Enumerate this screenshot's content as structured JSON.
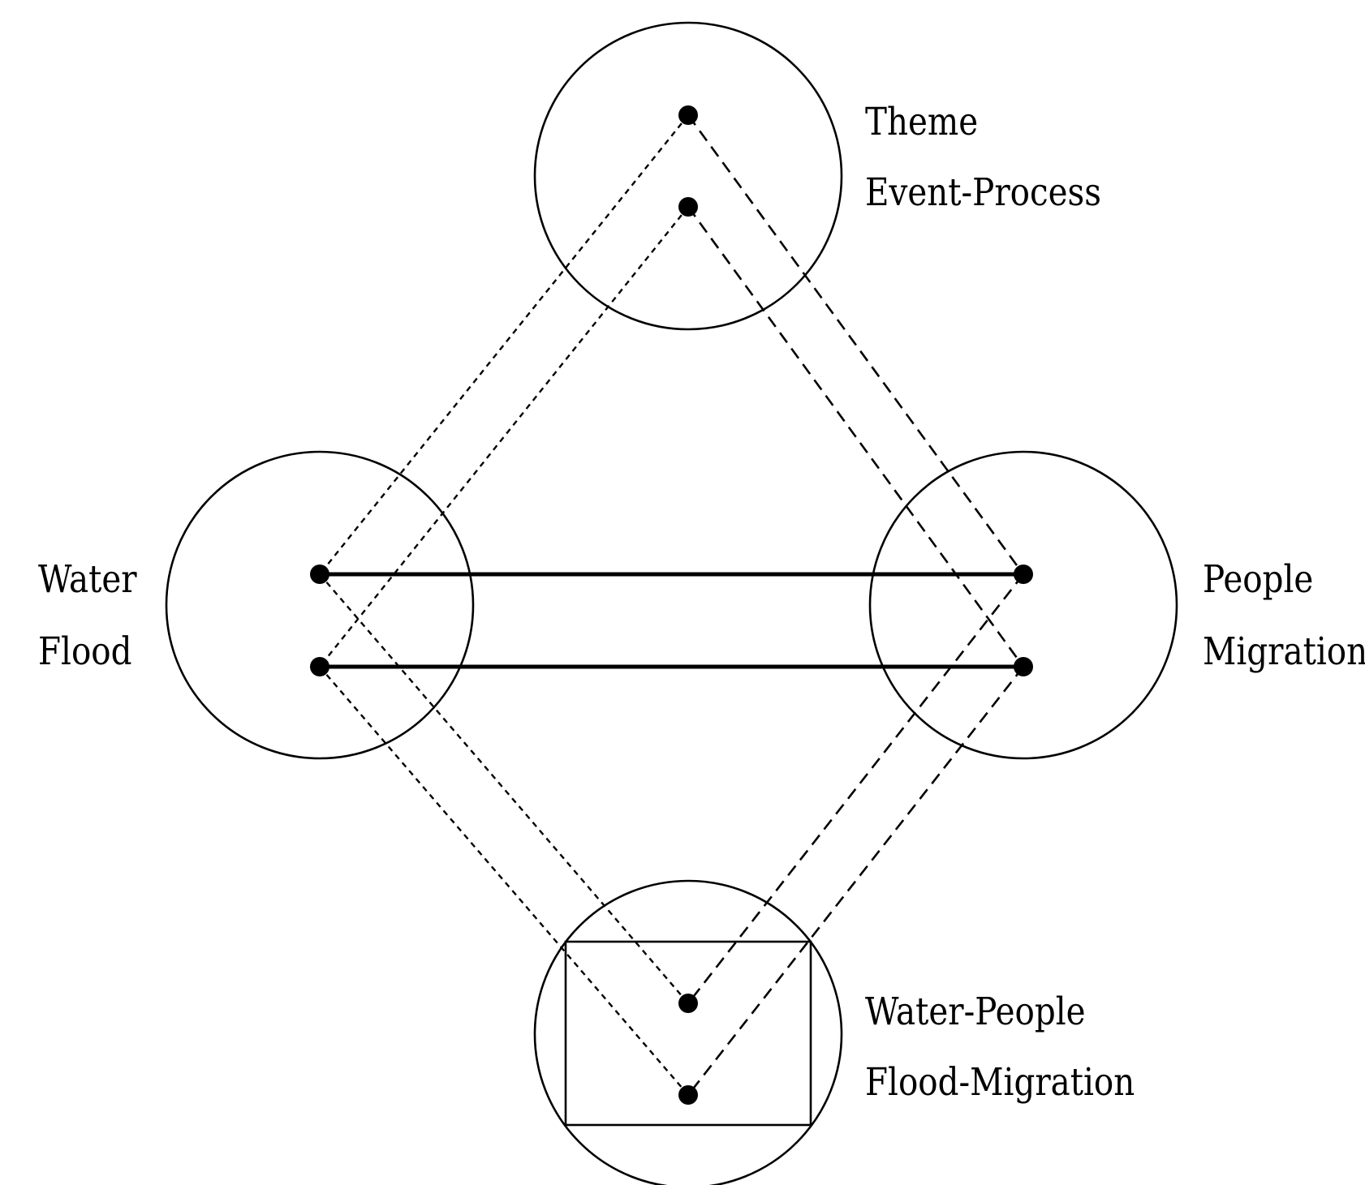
{
  "nodes": {
    "theme": {
      "line1": "Theme",
      "line2": "Event-Process"
    },
    "water": {
      "line1": "Water",
      "line2": "Flood"
    },
    "people": {
      "line1": "People",
      "line2": "Migration"
    },
    "combined": {
      "line1": "Water-People",
      "line2": "Flood-Migration"
    }
  },
  "colors": {
    "stroke": "#000000",
    "background": "#ffffff"
  }
}
